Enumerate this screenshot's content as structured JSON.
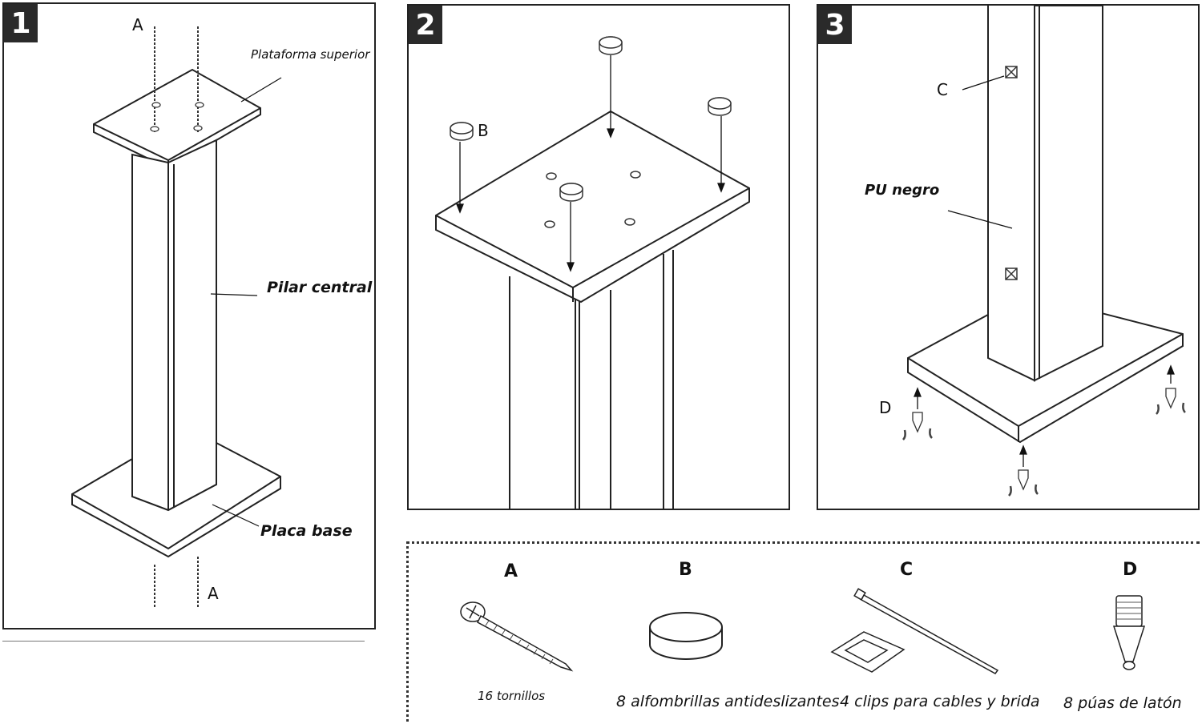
{
  "steps": [
    "1",
    "2",
    "3"
  ],
  "panel1": {
    "label_top": "Plataforma superior",
    "label_pillar": "Pilar central",
    "label_base": "Placa base",
    "letter_a_top": "A",
    "letter_a_bottom": "A"
  },
  "panel2": {
    "letter_b": "B"
  },
  "panel3": {
    "letter_c": "C",
    "label_pu": "PU negro",
    "letter_d": "D"
  },
  "parts": [
    {
      "letter": "A",
      "caption": "16 tornillos",
      "icon": "screw-icon"
    },
    {
      "letter": "B",
      "caption": "8 alfombrillas antideslizantes",
      "icon": "pad-icon"
    },
    {
      "letter": "C",
      "caption": "4 clips para cables y brida",
      "icon": "cable-clip-icon"
    },
    {
      "letter": "D",
      "caption": "8 púas de latón",
      "icon": "spike-icon"
    }
  ]
}
